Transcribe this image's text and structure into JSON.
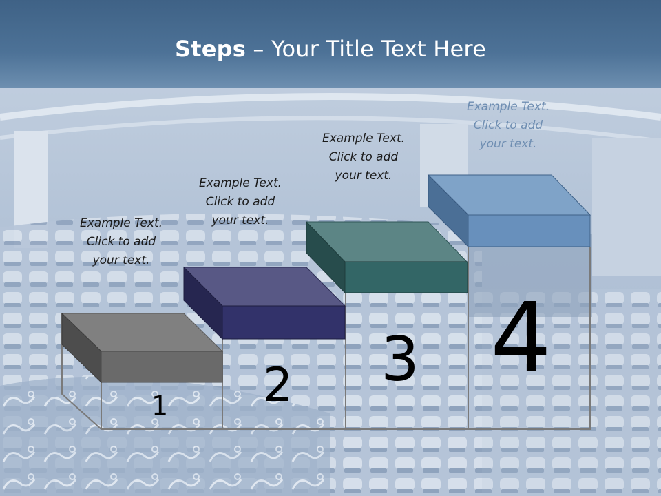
{
  "slide": {
    "title_bold": "Steps",
    "title_rest": " – Your Title Text Here"
  },
  "steps": [
    {
      "number": "1",
      "caption": "Example Text.\nClick  to add\nyour text.",
      "color": "#6a6a6a"
    },
    {
      "number": "2",
      "caption": "Example Text.\nClick  to add\nyour text.",
      "color": "#3b3b74"
    },
    {
      "number": "3",
      "caption": "Example Text.\nClick  to add\nyour text.",
      "color": "#3a6e6e"
    },
    {
      "number": "4",
      "caption": "Example Text.\nClick  to add\nyour text.",
      "color": "#6b93bf"
    }
  ],
  "colors": {
    "title_bar": "#4d7297",
    "background": "#b9c7d9"
  }
}
